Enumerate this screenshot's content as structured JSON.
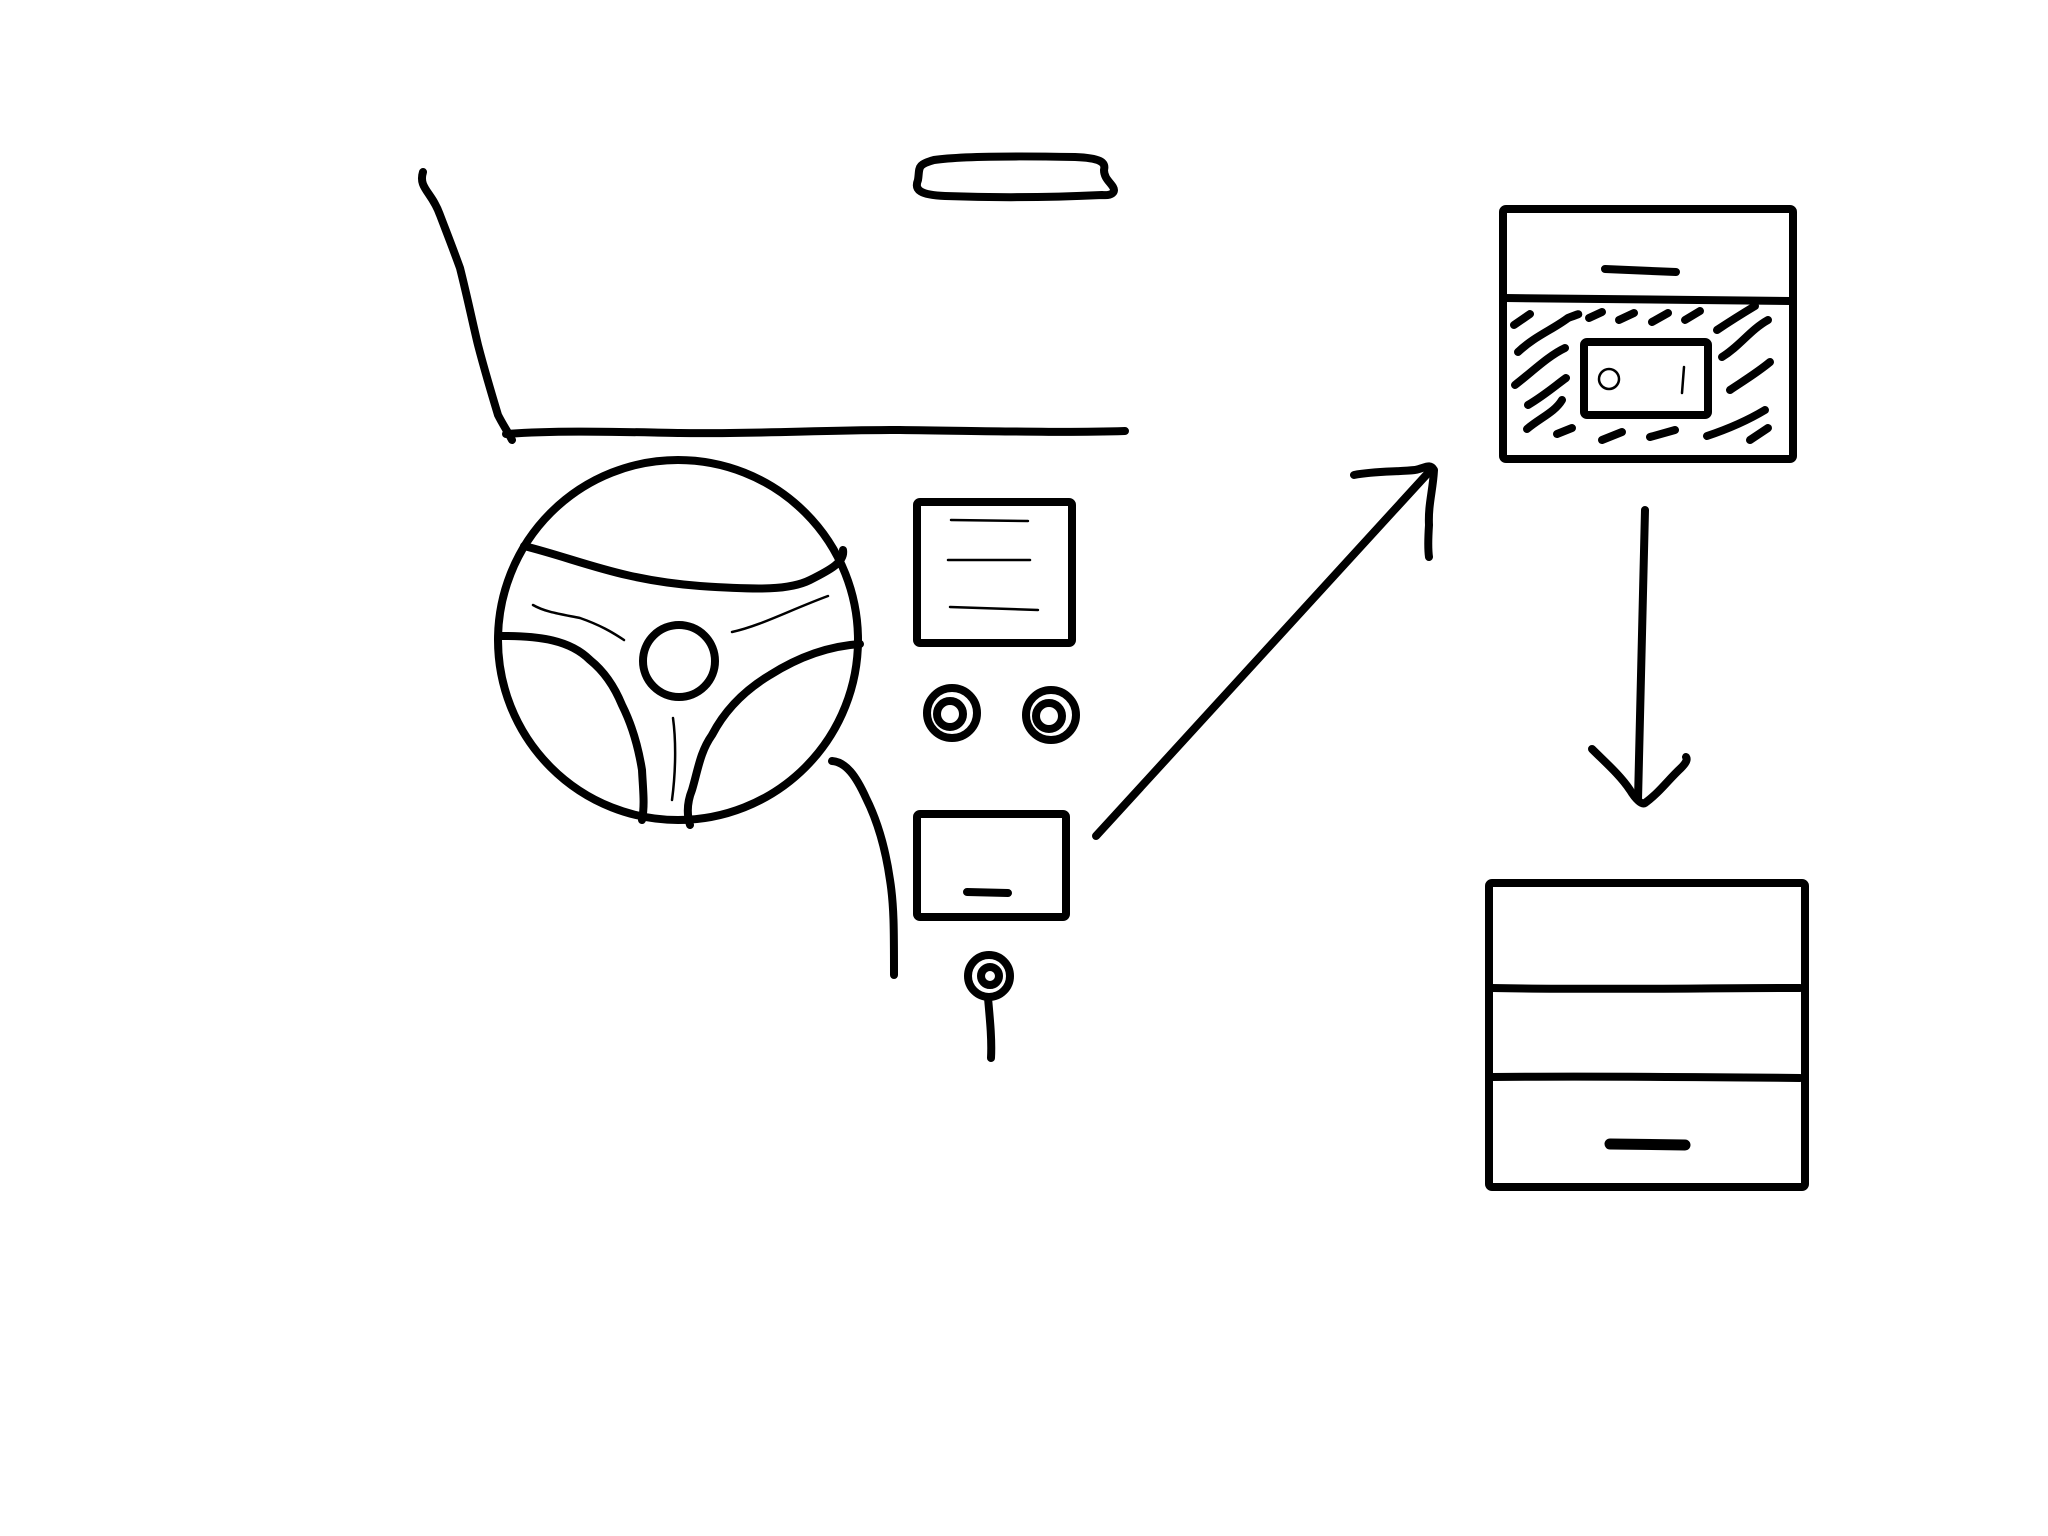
{
  "diagram": {
    "kind": "hand-drawn sketch (no printed text)",
    "groups": [
      "car-dashboard-sketch",
      "sketch-arrow-to-screen",
      "dashboard-screen-sketch",
      "sketch-arrow-down",
      "layout-wireframe-sketch"
    ],
    "ink_color": "#000000",
    "background_color": "#ffffff"
  }
}
